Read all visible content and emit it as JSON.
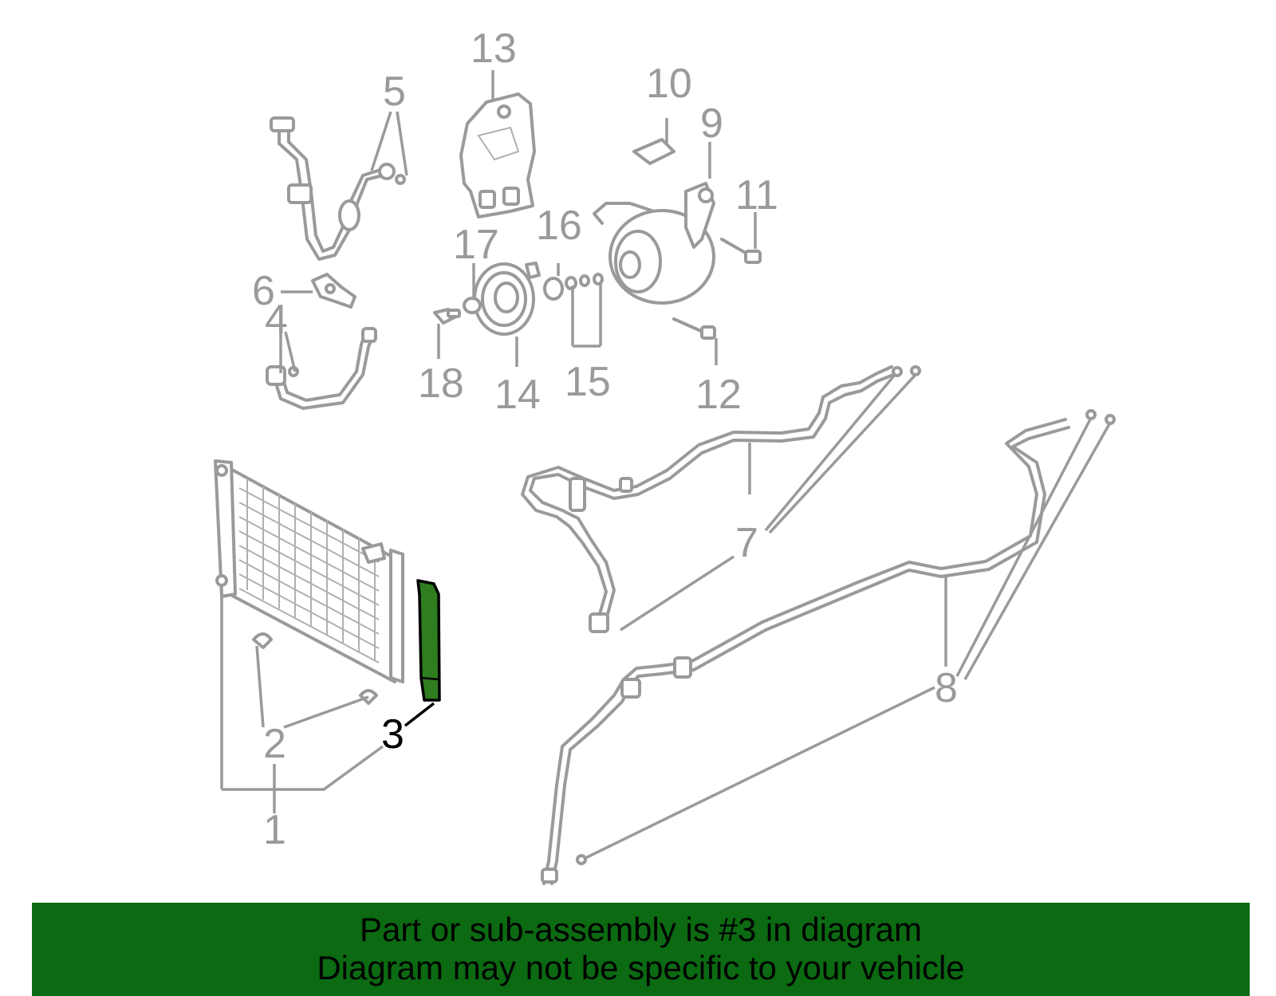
{
  "diagram": {
    "callouts": {
      "c1": "1",
      "c2": "2",
      "c3": "3",
      "c4": "4",
      "c5": "5",
      "c6": "6",
      "c7": "7",
      "c8": "8",
      "c9": "9",
      "c10": "10",
      "c11": "11",
      "c12": "12",
      "c13": "13",
      "c14": "14",
      "c15": "15",
      "c16": "16",
      "c17": "17",
      "c18": "18"
    },
    "highlighted_part": "3",
    "colors": {
      "line_art": "#9a9a9a",
      "highlight_fill": "#2e7d1e",
      "highlight_outline": "#000000",
      "banner_background": "#0b6a12"
    }
  },
  "banner": {
    "line1": "Part or sub-assembly is #3 in diagram",
    "line2": "Diagram may not be specific to your vehicle"
  }
}
